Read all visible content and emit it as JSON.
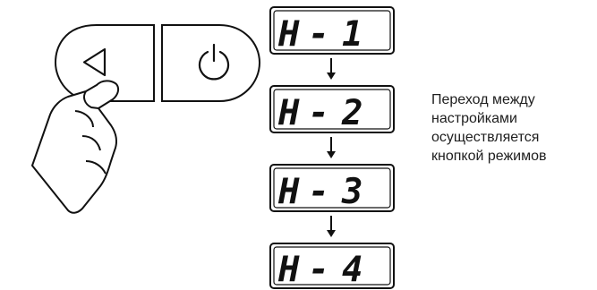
{
  "displays": [
    {
      "prefix": "H",
      "sep": "-",
      "digit": "1"
    },
    {
      "prefix": "H",
      "sep": "-",
      "digit": "2"
    },
    {
      "prefix": "H",
      "sep": "-",
      "digit": "3"
    },
    {
      "prefix": "H",
      "sep": "-",
      "digit": "4"
    }
  ],
  "caption": [
    "Переход между",
    "настройками",
    "осуществляется",
    "кнопкой режимов"
  ],
  "icons": {
    "mode_button": "left-triangle-icon",
    "power_button": "power-icon",
    "hand": "pointing-hand-icon",
    "arrow": "arrow-down-icon"
  },
  "colors": {
    "stroke": "#111111",
    "text": "#1e1e1e",
    "background": "#ffffff"
  }
}
